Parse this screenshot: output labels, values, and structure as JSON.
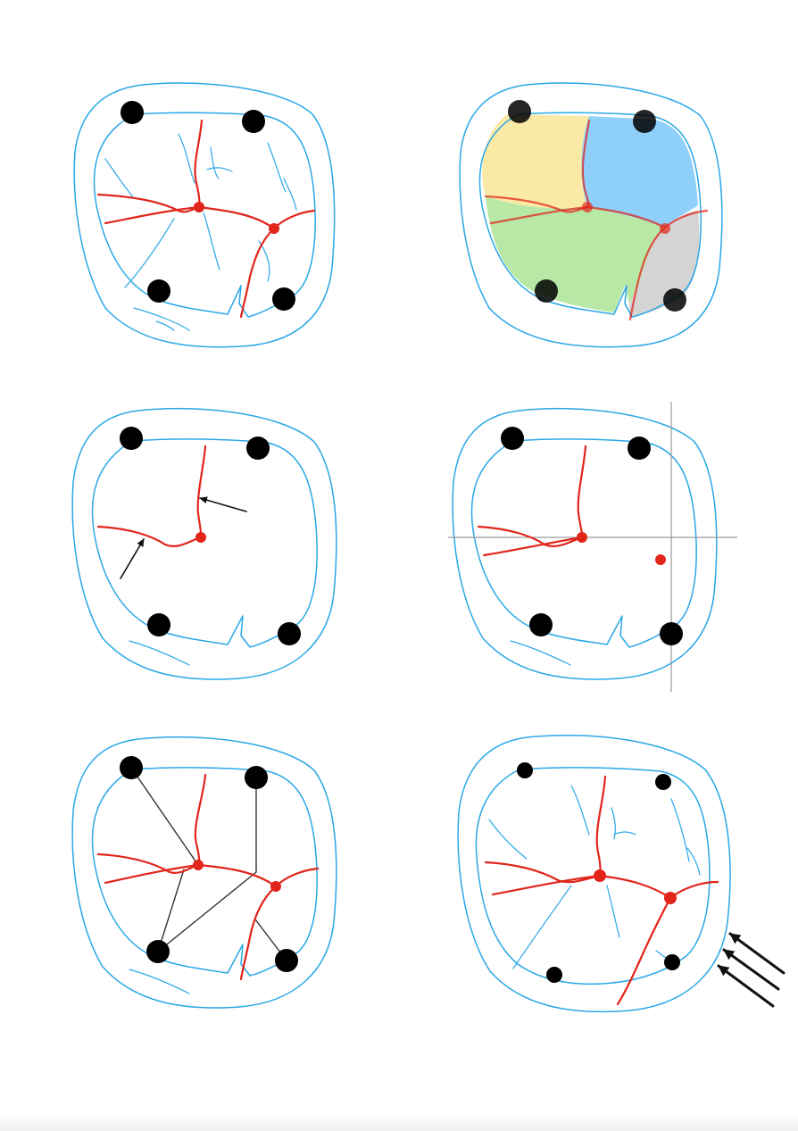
{
  "colors": {
    "outline": "#2aa7e6",
    "groove": "#e1251b",
    "cusp": "#000000",
    "connector": "#333333",
    "axis": "#9a9a9a",
    "region_yellow": "#fbe9a6",
    "region_blue": "#8fd0fb",
    "region_green": "#b7e8a5",
    "region_gray": "#d4d4d4"
  },
  "panels": [
    {
      "id": "panel-1",
      "variant": "full-grooves-with-fissures"
    },
    {
      "id": "panel-2",
      "variant": "colored-cusp-regions"
    },
    {
      "id": "panel-3",
      "variant": "partial-grooves-with-arrows"
    },
    {
      "id": "panel-4",
      "variant": "crosshair-reference"
    },
    {
      "id": "panel-5",
      "variant": "cusp-to-groove-connectors"
    },
    {
      "id": "panel-6",
      "variant": "small-cusps-with-direction-arrows"
    }
  ],
  "icons": {
    "cusp": "filled-circle",
    "junction": "red-dot",
    "arrow": "arrowhead-line"
  }
}
